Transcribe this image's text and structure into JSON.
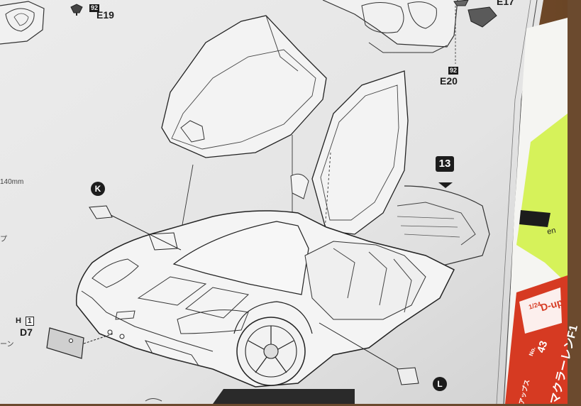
{
  "parts": {
    "e19": {
      "label": "E19",
      "ref": "92"
    },
    "e20": {
      "label": "E20",
      "ref": "92"
    },
    "e17": {
      "label": "E17"
    },
    "d7": {
      "label": "D7",
      "ref_letter": "H",
      "ref_num": "1"
    }
  },
  "step": {
    "label": "13"
  },
  "markers": {
    "k": "K",
    "l": "L"
  },
  "edge_text": {
    "measure": "140mm",
    "fragment_1": "プ",
    "fragment_2": "ーン"
  },
  "kit_box": {
    "scale": "1/24",
    "scale_fraction_left": "1",
    "scale_fraction_right": "24",
    "brand": "D-up",
    "number_prefix": "No.",
    "number": "43",
    "name": "マクラーレンF1",
    "side_text": "アップス"
  },
  "colors": {
    "paper": "#e9e9e9",
    "ink": "#1c1c1c",
    "box_red": "#d63a22",
    "post_it": "#d6f25a",
    "wood": "#7a5230"
  }
}
